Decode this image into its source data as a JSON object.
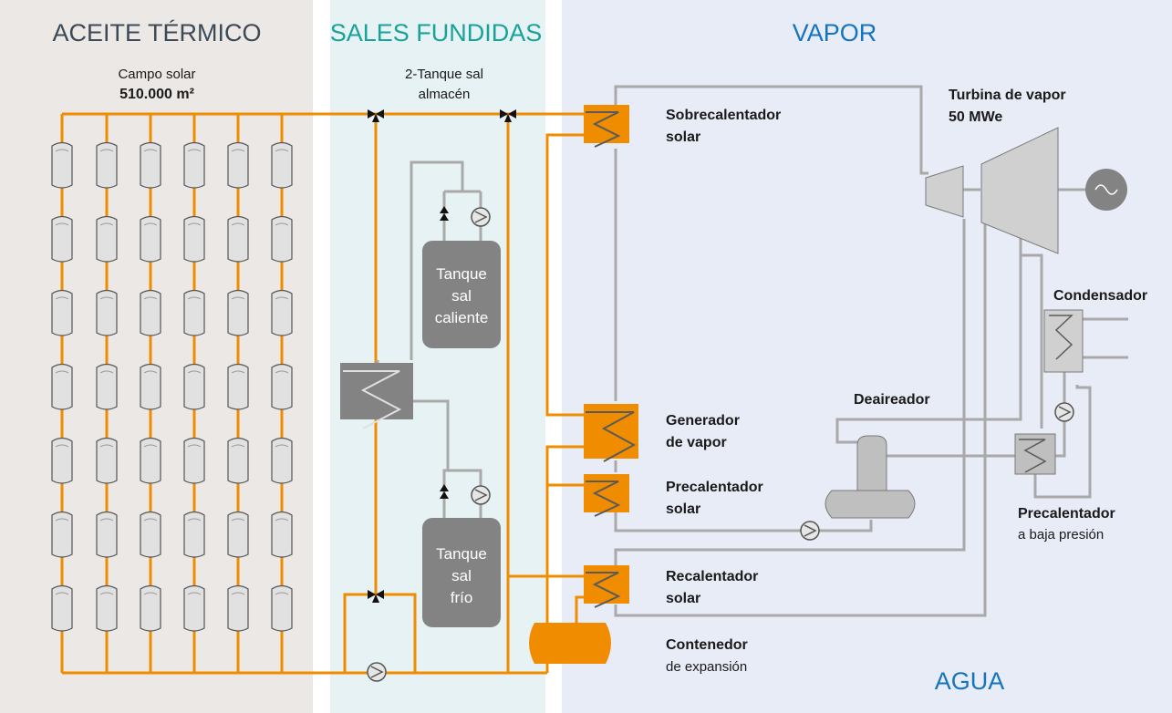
{
  "sections": {
    "oil": "ACEITE TÉRMICO",
    "salts": "SALES FUNDIDAS",
    "steam": "VAPOR",
    "water": "AGUA"
  },
  "solar_field": {
    "line1": "Campo solar",
    "line2": "510.000 m²"
  },
  "storage": {
    "line1": "2-Tanque sal",
    "line2": "almacén",
    "hot_tank": [
      "Tanque",
      "sal",
      "caliente"
    ],
    "cold_tank": [
      "Tanque",
      "sal",
      "frío"
    ]
  },
  "equipment": {
    "superheater": [
      "Sobrecalentador",
      "solar"
    ],
    "steam_generator": [
      "Generador",
      "de vapor"
    ],
    "preheater": [
      "Precalentador",
      "solar"
    ],
    "reheater": [
      "Recalentador",
      "solar"
    ],
    "expansion_vessel": [
      "Contenedor",
      "de expansión"
    ],
    "turbine": [
      "Turbina de vapor",
      "50 MWe"
    ],
    "condenser": "Condensador",
    "deaerator": "Deaireador",
    "lp_preheater": [
      "Precalentador",
      "a baja presión"
    ]
  },
  "colors": {
    "oil_panel": "#ebe8e5",
    "salt_panel": "#e6f2f3",
    "steam_panel": "#e8ecf6",
    "oil_pipe": "#ef8c00",
    "steam_pipe": "#a9a9a9",
    "equipment_grey": "#838383",
    "oil_title": "#3c4a58",
    "salt_title": "#18a39a",
    "steam_title": "#1474c0",
    "water_title": "#1474c0"
  }
}
